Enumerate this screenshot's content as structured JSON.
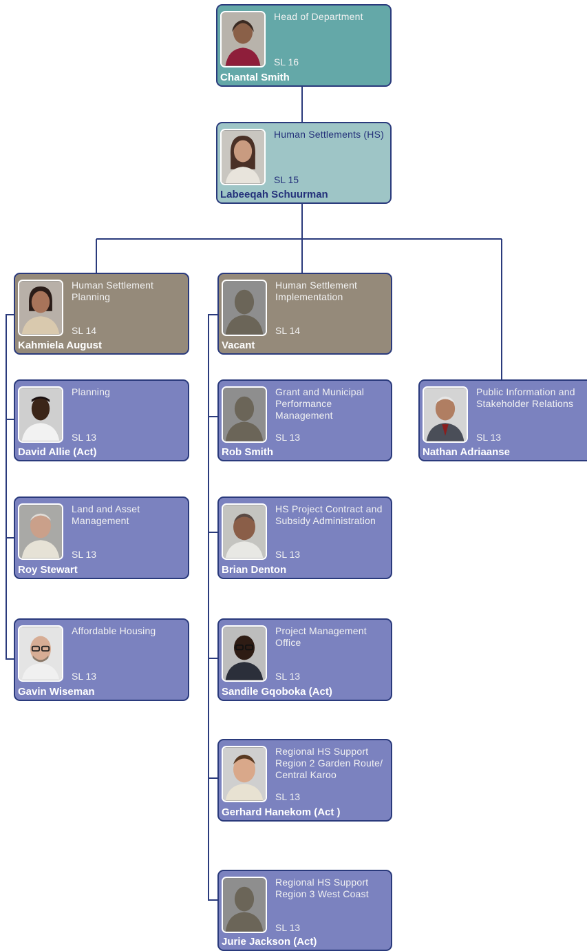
{
  "colors": {
    "level_16": "#64a8a8",
    "level_15": "#9ec5c6",
    "level_14": "#958a7a",
    "level_13": "#7b82bf",
    "connector": "#2a3a7c"
  },
  "positions": [
    {
      "id": "hod",
      "unit": "Head of Department",
      "level": "SL 16",
      "name": "Chantal Smith",
      "photo": "female-portrait-icon"
    },
    {
      "id": "hs",
      "unit": "Human Settlements (HS)",
      "level": "SL 15",
      "name": "Labeeqah Schuurman",
      "photo": "female-portrait-icon"
    },
    {
      "id": "hsp",
      "unit": "Human Settlement Planning",
      "level": "SL 14",
      "name": "Kahmiela August",
      "photo": "female-portrait-icon"
    },
    {
      "id": "hsi",
      "unit": "Human Settlement Implementation",
      "level": "SL 14",
      "name": "Vacant",
      "photo": "silhouette-icon"
    },
    {
      "id": "planning",
      "unit": "Planning",
      "level": "SL 13",
      "name": "David Allie (Act)",
      "photo": "male-portrait-icon"
    },
    {
      "id": "land",
      "unit": "Land and Asset Management",
      "level": "SL 13",
      "name": "Roy Stewart",
      "photo": "male-portrait-icon"
    },
    {
      "id": "afford",
      "unit": "Affordable Housing",
      "level": "SL 13",
      "name": "Gavin Wiseman",
      "photo": "male-portrait-icon"
    },
    {
      "id": "grant",
      "unit": "Grant and Municipal Performance Management",
      "level": "SL 13",
      "name": "Rob Smith",
      "photo": "silhouette-icon"
    },
    {
      "id": "contract",
      "unit": "HS Project Contract and Subsidy Administration",
      "level": "SL 13",
      "name": "Brian Denton",
      "photo": "male-portrait-icon"
    },
    {
      "id": "pmo",
      "unit": "Project Management Office",
      "level": "SL 13",
      "name": "Sandile Gqoboka (Act)",
      "photo": "male-portrait-icon"
    },
    {
      "id": "region2",
      "unit": "Regional HS Support Region 2 Garden Route/ Central Karoo",
      "level": "SL 13",
      "name": "Gerhard Hanekom (Act )",
      "photo": "male-portrait-icon"
    },
    {
      "id": "region3",
      "unit": "Regional HS Support Region 3 West Coast",
      "level": "SL 13",
      "name": "Jurie Jackson (Act)",
      "photo": "silhouette-icon"
    },
    {
      "id": "public",
      "unit": "Public Information and Stakeholder Relations",
      "level": "SL 13",
      "name": "Nathan Adriaanse",
      "photo": "male-portrait-icon"
    }
  ]
}
